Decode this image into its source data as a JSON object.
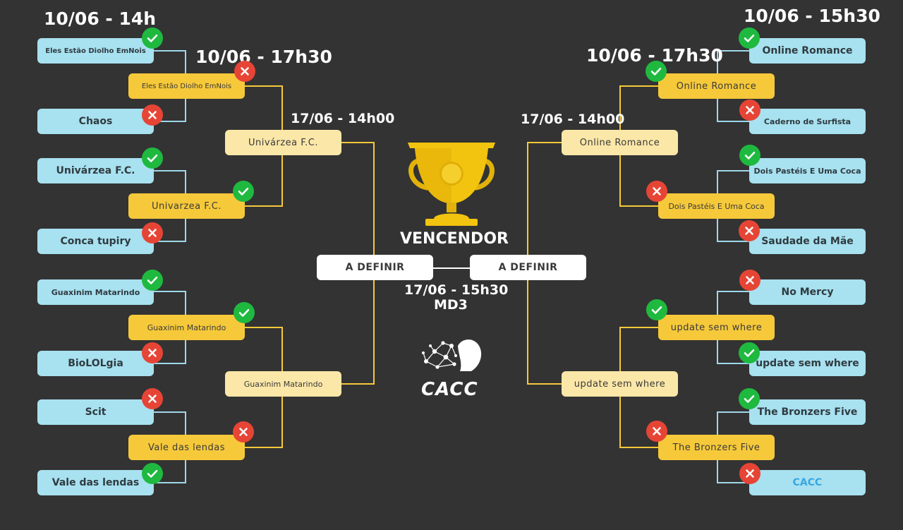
{
  "dates": {
    "left_r1": "10/06 - 14h",
    "left_r2": "10/06 - 17h30",
    "left_r3": "17/06 - 14h00",
    "right_r1": "10/06 - 15h30",
    "right_r2": "10/06 - 17h30",
    "right_r3": "17/06 - 14h00",
    "final": "17/06 - 15h30",
    "final_format": "MD3"
  },
  "winner_label": "VENCENDOR",
  "logo_text": "CACC",
  "final": {
    "left": "A DEFINIR",
    "right": "A DEFINIR"
  },
  "left": {
    "r1": [
      "Eles Estão Diolho EmNois",
      "Chaos",
      "Univárzea F.C.",
      "Conca tupiry",
      "Guaxinim Matarindo",
      "BioLOLgia",
      "Scit",
      "Vale das lendas"
    ],
    "r2": [
      "Eles Estão Diolho EmNois",
      "Univarzea F.C.",
      "Guaxinim Matarindo",
      "Vale das lendas"
    ],
    "r3": [
      "Univárzea F.C.",
      "Guaxinim Matarindo"
    ]
  },
  "right": {
    "r1": [
      "Online Romance",
      "Caderno de Surfista",
      "Dois Pastéis E Uma Coca",
      "Saudade da Mãe",
      "No Mercy",
      "update sem where",
      "The Bronzers Five",
      "CACC"
    ],
    "r2": [
      "Online Romance",
      "Dois Pastéis E Uma Coca",
      "update sem where",
      "The Bronzers Five"
    ],
    "r3": [
      "Online Romance",
      "update sem where"
    ]
  },
  "colors": {
    "background": "#333333",
    "round1": "#a8e1f0",
    "round2": "#f6c93a",
    "round3": "#fbe7a8",
    "win": "#1fb940",
    "loss": "#e64536",
    "line_blue": "#9fd8ea",
    "line_yellow": "#f6c93a",
    "cacc_text": "#3aa7e0"
  },
  "icons": {
    "win": "check-circle-icon",
    "loss": "x-circle-icon",
    "trophy": "trophy-icon",
    "logo": "cacc-logo"
  }
}
